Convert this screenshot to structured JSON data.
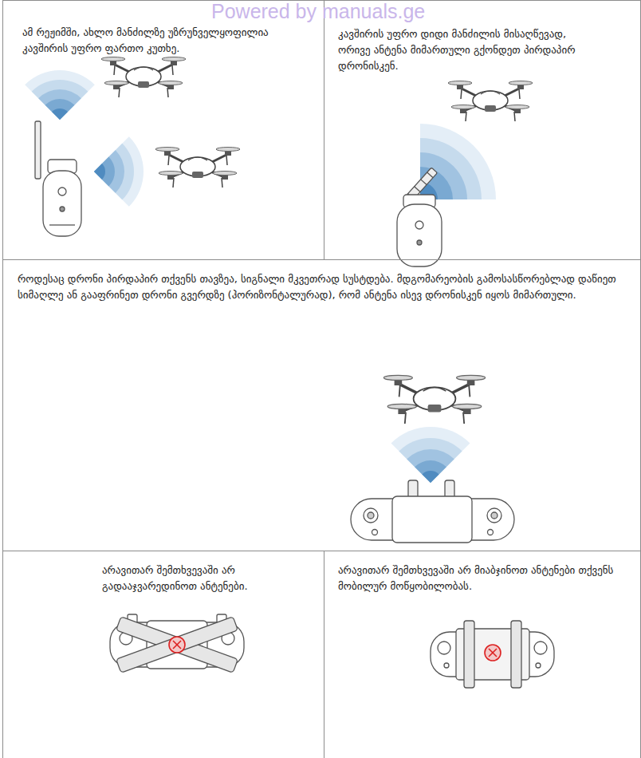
{
  "diagram": {
    "nodes": [
      {
        "text": [
          "ამ რეჟიმში, ახლო მანძილზე უზრუნველყოფილია კავშირის უფრო ფართო კუთხე."
        ]
      },
      {
        "text": [
          "კავშირის უფრო დიდი მანძილის მისაღწევად, ორივე ანტენა მიმართული გქონდეთ პირდაპირ დრონისკენ."
        ]
      },
      {
        "text": [
          "როდესაც დრონი პირდაპირ თქვენს თავზეა, სიგნალი მკვეთრად სუსტდება. მდგომარეობის გამოსასწორებლად დაწიეთ სიმაღლე ან გააფრინეთ დრონი გვერდზე (ჰორიზონტალურად), რომ ანტენა ისევ დრონისკენ იყოს მიმართული."
        ]
      },
      {
        "text": [
          "არავითარ შემთხვევაში არ გადააჯვარედინოთ ანტენები."
        ]
      },
      {
        "text": [
          "არავითარ შემთხვევაში არ მიაბჯინოთ ანტენები თქვენს მობილურ მოწყობილობას."
        ]
      }
    ],
    "labels": [
      "Powered by manuals.ge"
    ]
  }
}
